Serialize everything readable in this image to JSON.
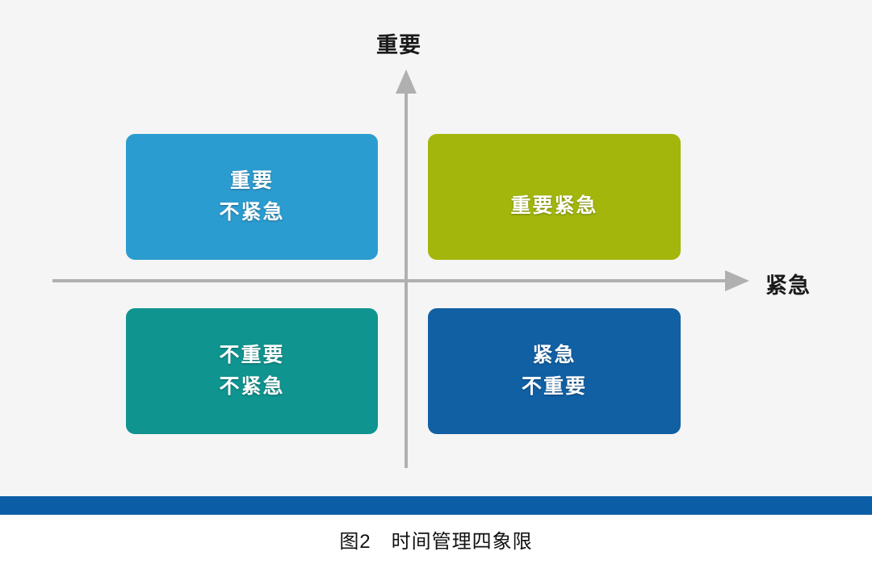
{
  "background_color": "#f5f5f5",
  "axes": {
    "y_label": "重要",
    "x_label": "紧急",
    "line_color": "#b0b0b0"
  },
  "quadrants": [
    {
      "id": "important-not-urgent",
      "position": "top-left",
      "lines": [
        "重要",
        "不紧急"
      ],
      "color": "#2b9cd0",
      "shadow_color": "#1b7ba8"
    },
    {
      "id": "important-urgent",
      "position": "top-right",
      "lines": [
        "重要紧急"
      ],
      "color": "#a2b60b",
      "shadow_color": "#7f8f06"
    },
    {
      "id": "not-important-not-urgent",
      "position": "bottom-left",
      "lines": [
        "不重要",
        "不紧急"
      ],
      "color": "#0f9490",
      "shadow_color": "#0a6e6b"
    },
    {
      "id": "urgent-not-important",
      "position": "bottom-right",
      "lines": [
        "紧急",
        "不重要"
      ],
      "color": "#1160a4",
      "shadow_color": "#0b4478"
    }
  ],
  "footer": {
    "accent_bar_color": "#0b5ea6",
    "caption": "图2　时间管理四象限"
  }
}
